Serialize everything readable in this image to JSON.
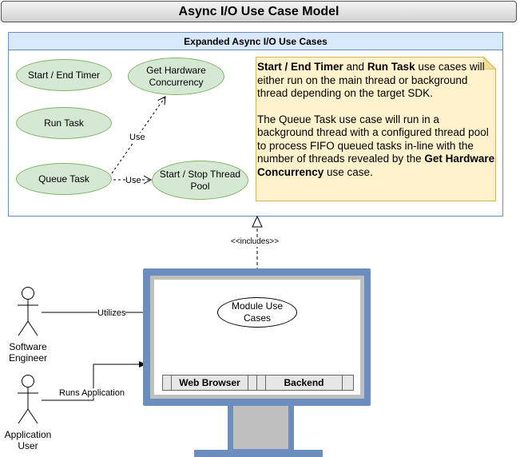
{
  "title": "Async I/O Use Case Model",
  "group": {
    "title": "Expanded Async I/O Use Cases"
  },
  "use_cases": {
    "start_end_timer": "Start / End Timer",
    "get_hardware_concurrency": "Get Hardware Concurrency",
    "run_task": "Run Task",
    "queue_task": "Queue Task",
    "start_stop_thread_pool": "Start / Stop Thread Pool",
    "module_use_cases": "Module Use Cases"
  },
  "edge_labels": {
    "use_up": "Use",
    "use_right": "Use",
    "includes": "<<includes>>",
    "utilizes": "Utilizes",
    "runs_application": "Runs Application"
  },
  "note": {
    "p1_b1": "Start / End Timer",
    "p1_t1": " and ",
    "p1_b2": "Run Task",
    "p1_t2": " use cases will either run on the main thread or background thread depending on the target SDK.",
    "p2_t1": "The Queue Task use case will run in a background thread with a configured thread pool to process FIFO queued tasks in-line with the number of threads revealed by the ",
    "p2_b1": "Get Hardware Concurrency",
    "p2_t2": " use case."
  },
  "actors": {
    "software_engineer": "Software Engineer",
    "application_user": "Application User"
  },
  "monitor_tabs": {
    "web_browser": "Web Browser",
    "backend": "Backend"
  },
  "colors": {
    "use_case_fill": "#d5e8d4",
    "use_case_stroke": "#82b366",
    "group_header": "#dae8fc",
    "group_border": "#6c8ebf",
    "note_fill": "#fff2cc",
    "note_stroke": "#d6b656",
    "monitor": "#6c8ebf"
  }
}
